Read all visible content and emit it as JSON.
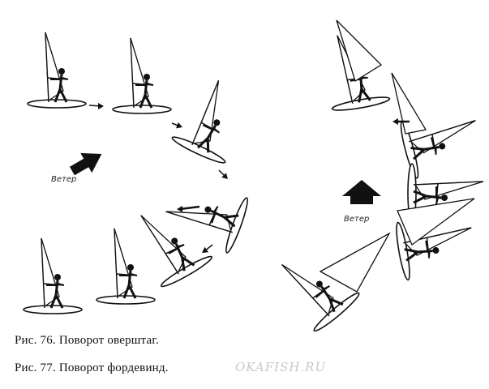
{
  "captions": {
    "fig76": "Рис. 76. Поворот оверштаг.",
    "fig77": "Рис. 77. Поворот фордевинд."
  },
  "wind_labels": {
    "left": "Ветер",
    "right": "Ветер"
  },
  "watermark": "OKAFISH.RU",
  "colors": {
    "ink": "#111111",
    "watermark": "#c8c8c8"
  }
}
